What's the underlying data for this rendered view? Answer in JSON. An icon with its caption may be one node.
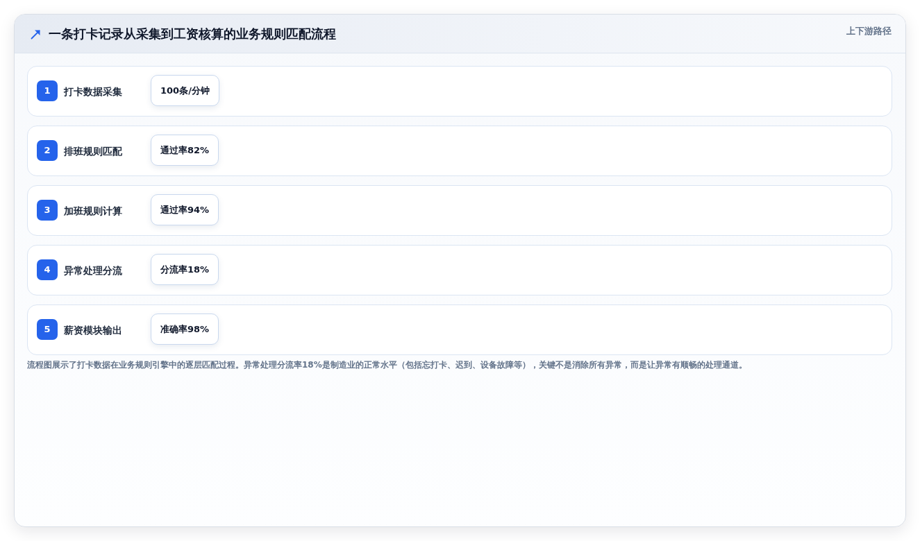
{
  "diagram": {
    "title": "一条打卡记录从采集到工资核算的业务规则匹配流程",
    "nodes": [
      {
        "text": [
          "打卡数据采集"
        ]
      },
      {
        "text": [
          "1"
        ],
        "in": 0
      },
      {
        "text": [
          "100条/分钟"
        ],
        "in": 0
      },
      {
        "text": [
          "排班规则匹配"
        ]
      },
      {
        "text": [
          "2"
        ],
        "in": 3
      },
      {
        "text": [
          "通过率82%"
        ],
        "in": 3
      },
      {
        "text": [
          "加班规则计算"
        ]
      },
      {
        "text": [
          "3"
        ],
        "in": 6
      },
      {
        "text": [
          "通过率94%"
        ],
        "in": 6
      },
      {
        "text": [
          "异常处理分流"
        ]
      },
      {
        "text": [
          "4"
        ],
        "in": 9
      },
      {
        "text": [
          "分流率18%"
        ],
        "in": 9
      },
      {
        "text": [
          "薪资模块输出"
        ]
      },
      {
        "text": [
          "5"
        ],
        "in": 12
      },
      {
        "text": [
          "准确率98%"
        ],
        "in": 12
      }
    ],
    "labels": [
      "上下游路径"
    ],
    "caption": "流程图展示了打卡数据在业务规则引擎中的逐层匹配过程。异常处理分流率18%是制造业的正常水平（包括忘打卡、迟到、设备故障等），关键不是消除所有异常，而是让异常有顺畅的处理通道。"
  }
}
